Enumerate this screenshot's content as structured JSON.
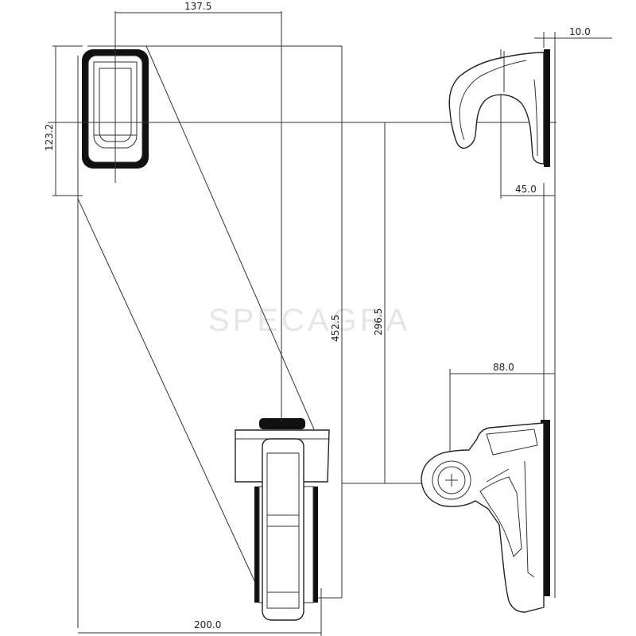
{
  "watermark": "SPECAGRA",
  "dimensions": {
    "top_width": "137.5",
    "left_height": "123.2",
    "total_height": "452.5",
    "mid_height": "296.5",
    "bottom_width": "200.0",
    "side_thickness": "10.0",
    "hook_depth": "45.0",
    "lower_offset": "88.0"
  }
}
